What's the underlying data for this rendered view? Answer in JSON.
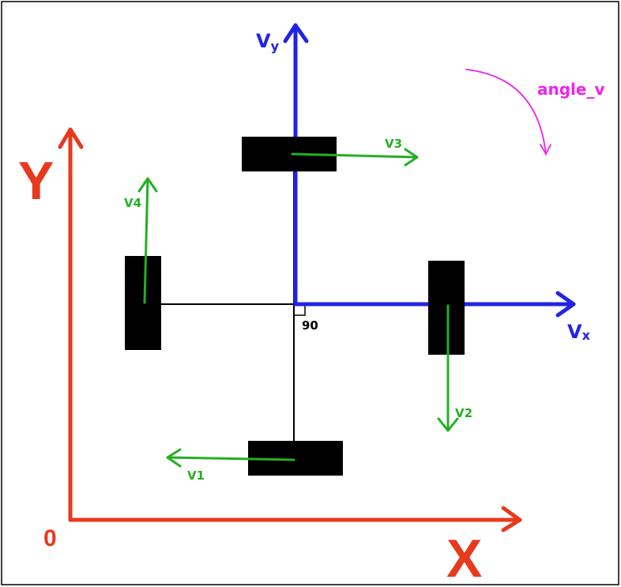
{
  "labels": {
    "global_y": "Y",
    "global_x": "X",
    "origin": "0",
    "vel_y_main": "V",
    "vel_y_sub": "y",
    "vel_x_main": "V",
    "vel_x_sub": "x",
    "angle": "angle_v",
    "right_angle": "90",
    "v1": "V1",
    "v2": "V2",
    "v3": "V3",
    "v4": "V4"
  },
  "colors": {
    "global_axes": "#e8391d",
    "robot_axes": "#2323e6",
    "wheel_vectors": "#22b022",
    "angle": "#ee22ee",
    "wheel": "#000000",
    "frame": "#000000"
  }
}
